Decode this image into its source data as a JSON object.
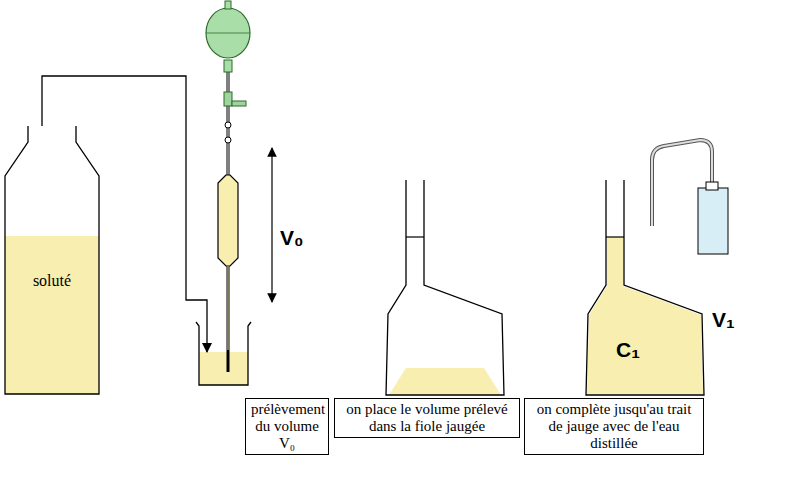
{
  "diagram": {
    "nodes": [
      {
        "text": [
          "soluté"
        ]
      },
      {
        "text": [
          "C₁"
        ]
      },
      {
        "text": [
          "prélèvement du volume V₀"
        ]
      },
      {
        "text": [
          "on place le volume prélevé dans la fiole jaugée"
        ]
      },
      {
        "text": [
          "on complète jusqu'au trait de jauge avec de l'eau distillée"
        ]
      }
    ],
    "labels": [
      "V₀",
      "V₁"
    ]
  }
}
